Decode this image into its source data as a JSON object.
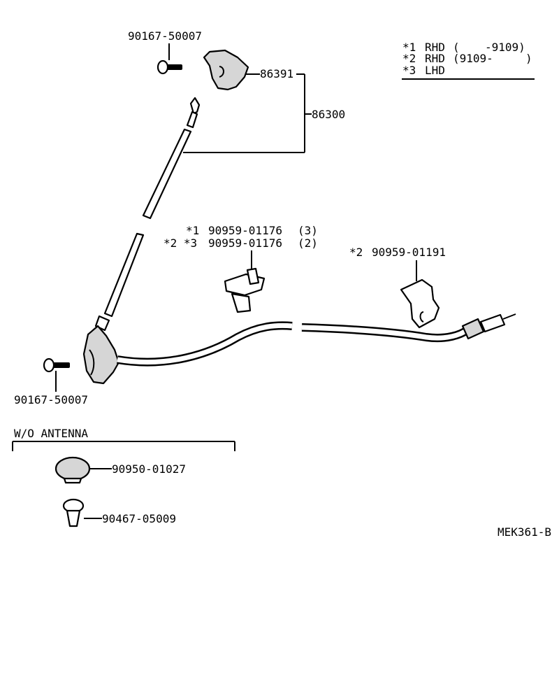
{
  "legend": {
    "rhd_early": {
      "mark": "*1",
      "label": "RHD",
      "range_open": "(",
      "range_end": "-9109)"
    },
    "rhd_late": {
      "mark": "*2",
      "label": "RHD",
      "range_start": "(9109-",
      "range_close": ")"
    },
    "lhd": {
      "mark": "*3",
      "label": "LHD"
    }
  },
  "parts": {
    "screw_top": "90167-50007",
    "mount_cover": "86391",
    "antenna_assy": "86300",
    "clip_a_cond1": "*1",
    "clip_a_no1": "90959-01176",
    "clip_a_qty1": "(3)",
    "clip_a_cond2": "*2 *3",
    "clip_a_no2": "90959-01176",
    "clip_a_qty2": "(2)",
    "clip_b_cond": "*2",
    "clip_b_no": "90959-01191",
    "screw_bottom": "90167-50007"
  },
  "wo_antenna": {
    "title": "W/O ANTENNA",
    "plug": "90950-01027",
    "clip": "90467-05009"
  },
  "diagram_code": "MEK361-B"
}
